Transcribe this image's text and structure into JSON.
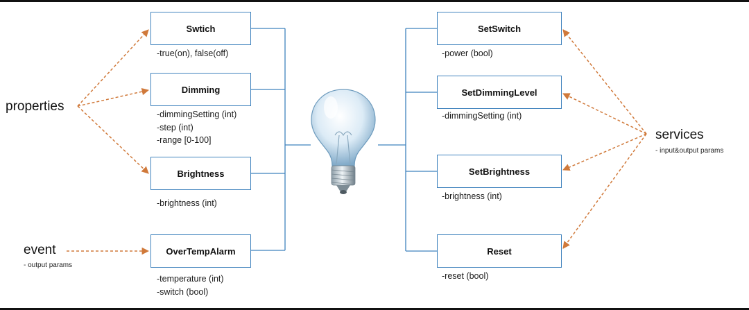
{
  "properties": {
    "label": "properties",
    "items": [
      {
        "title": "Swtich",
        "lines": [
          "-true(on), false(off)"
        ]
      },
      {
        "title": "Dimming",
        "lines": [
          "-dimmingSetting (int)",
          "-step (int)",
          "-range [0-100]"
        ]
      },
      {
        "title": "Brightness",
        "lines": [
          "-brightness (int)"
        ]
      }
    ]
  },
  "event": {
    "label": "event",
    "sublabel": "- output params",
    "title": "OverTempAlarm",
    "lines": [
      "-temperature (int)",
      "-switch (bool)"
    ]
  },
  "services": {
    "label": "services",
    "sublabel": "- input&output params",
    "items": [
      {
        "title": "SetSwitch",
        "lines": [
          "-power (bool)"
        ]
      },
      {
        "title": "SetDimmingLevel",
        "lines": [
          "-dimmingSetting (int)"
        ]
      },
      {
        "title": "SetBrightness",
        "lines": [
          "-brightness (int)"
        ]
      },
      {
        "title": "Reset",
        "lines": [
          "-reset (bool)"
        ]
      }
    ]
  },
  "colors": {
    "box_border": "#3f82bd",
    "connector": "#3f82bd",
    "arrow": "#d0793a"
  },
  "center_icon": "light-bulb-icon"
}
